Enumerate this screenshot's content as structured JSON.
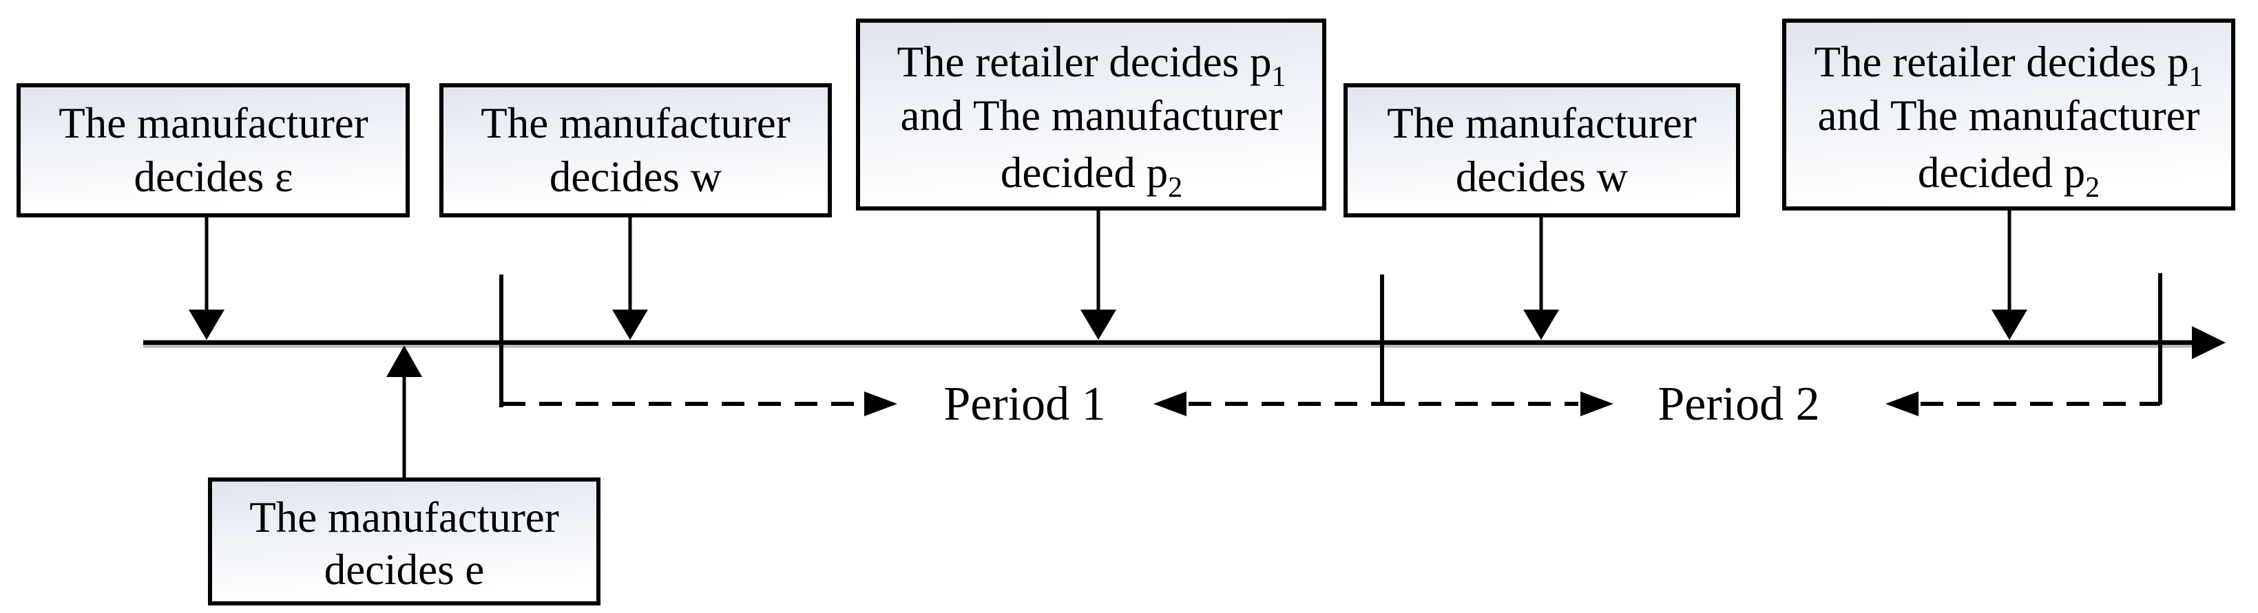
{
  "figure": {
    "type": "two-period-decision-timeline",
    "background_color": "#ffffff",
    "ink_color": "#000000",
    "box_fill_top_color": "#dfe4ee",
    "box_fill_bottom_color": "#ffffff",
    "box_border_color": "#000000"
  },
  "boxes": [
    {
      "id": "manufacturer-decides-epsilon",
      "lines": [
        {
          "text": "The manufacturer"
        },
        {
          "text": "decides ε"
        }
      ]
    },
    {
      "id": "manufacturer-decides-w-period1",
      "lines": [
        {
          "text": "The manufacturer"
        },
        {
          "text": "decides w"
        }
      ]
    },
    {
      "id": "retailer-decides-p1-period1",
      "lines": [
        {
          "text": "The retailer decides p",
          "sub": "1"
        },
        {
          "text": "and The manufacturer"
        },
        {
          "text": "decided p",
          "sub": "2"
        }
      ]
    },
    {
      "id": "manufacturer-decides-w-period2",
      "lines": [
        {
          "text": "The manufacturer"
        },
        {
          "text": "decides w"
        }
      ]
    },
    {
      "id": "retailer-decides-p1-period2",
      "lines": [
        {
          "text": "The retailer decides p",
          "sub": "1"
        },
        {
          "text": "and The manufacturer"
        },
        {
          "text": "decided p",
          "sub": "2"
        }
      ]
    },
    {
      "id": "manufacturer-decides-e",
      "lines": [
        {
          "text": "The manufacturer"
        },
        {
          "text": "decides e"
        }
      ]
    }
  ],
  "timeline": {
    "periods": [
      {
        "label": "Period 1"
      },
      {
        "label": "Period 2"
      }
    ]
  }
}
